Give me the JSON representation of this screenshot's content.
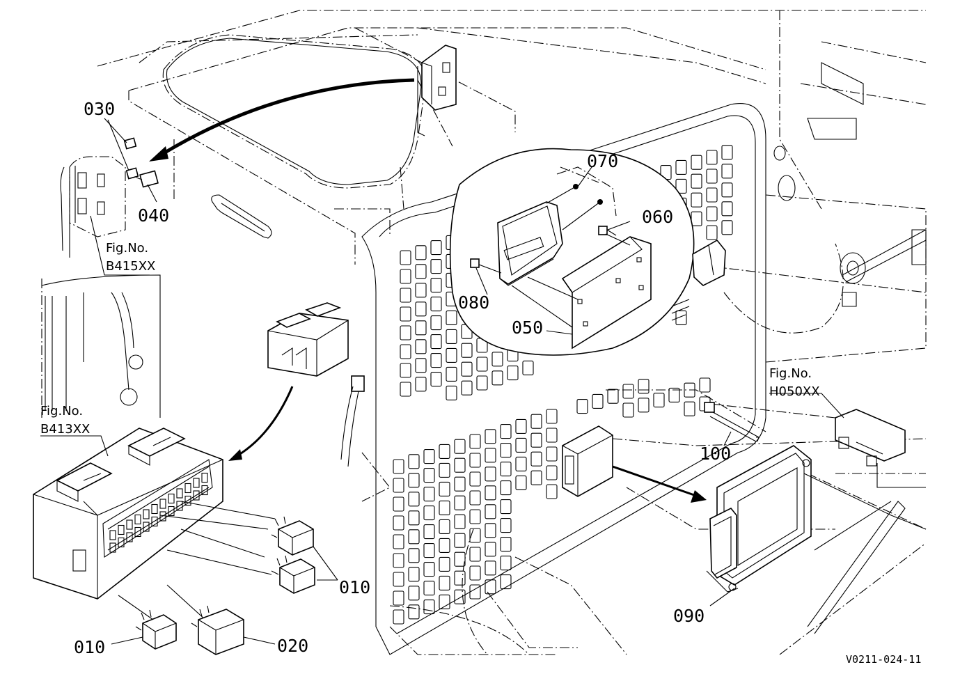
{
  "labels": {
    "p010_right": "010",
    "p010_bottom": "010",
    "p020": "020",
    "p030": "030",
    "p040": "040",
    "p050": "050",
    "p060": "060",
    "p070": "070",
    "p080": "080",
    "p090": "090",
    "p100": "100"
  },
  "figrefs": {
    "b415": {
      "caption": "Fig.No.",
      "number": "B415XX"
    },
    "b413": {
      "caption": "Fig.No.",
      "number": "B413XX"
    },
    "h050": {
      "caption": "Fig.No.",
      "number": "H050XX"
    }
  },
  "doc_id": "V0211-024-11",
  "colors": {
    "line": "#000000",
    "background": "#ffffff"
  }
}
